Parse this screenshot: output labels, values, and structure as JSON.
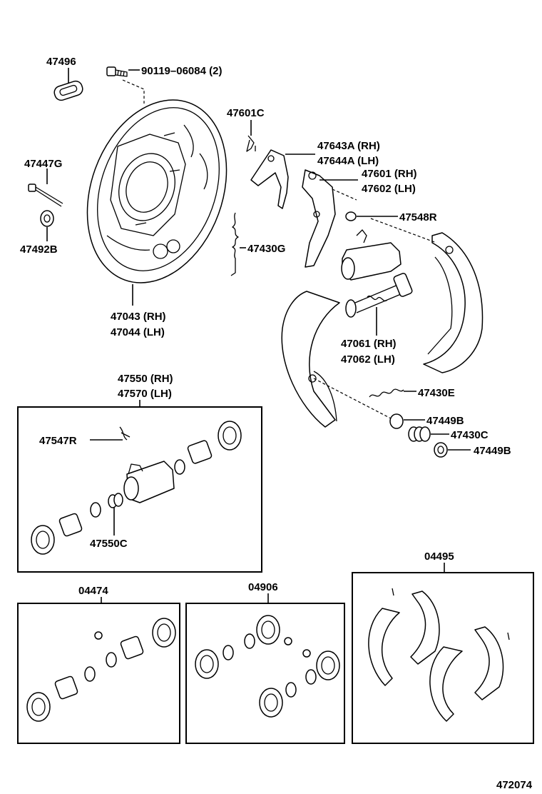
{
  "labels": {
    "p47496": "47496",
    "p90119": "90119–06084 (2)",
    "p47447g": "47447G",
    "p47492b": "47492B",
    "p47043": "47043 (RH)",
    "p47044": "47044 (LH)",
    "p47601c": "47601C",
    "p47643a": "47643A (RH)",
    "p47644a": "47644A (LH)",
    "p47601": "47601 (RH)",
    "p47602": "47602 (LH)",
    "p47548r": "47548R",
    "p47430g": "47430G",
    "p47061": "47061 (RH)",
    "p47062": "47062 (LH)",
    "p47430e": "47430E",
    "p47449b_1": "47449B",
    "p47430c": "47430C",
    "p47449b_2": "47449B",
    "p47550": "47550 (RH)",
    "p47570": "47570 (LH)",
    "p47547r": "47547R",
    "p47550c": "47550C",
    "kit04474": "04474",
    "kit04906": "04906",
    "kit04495": "04495",
    "illustration_no": "472074"
  }
}
